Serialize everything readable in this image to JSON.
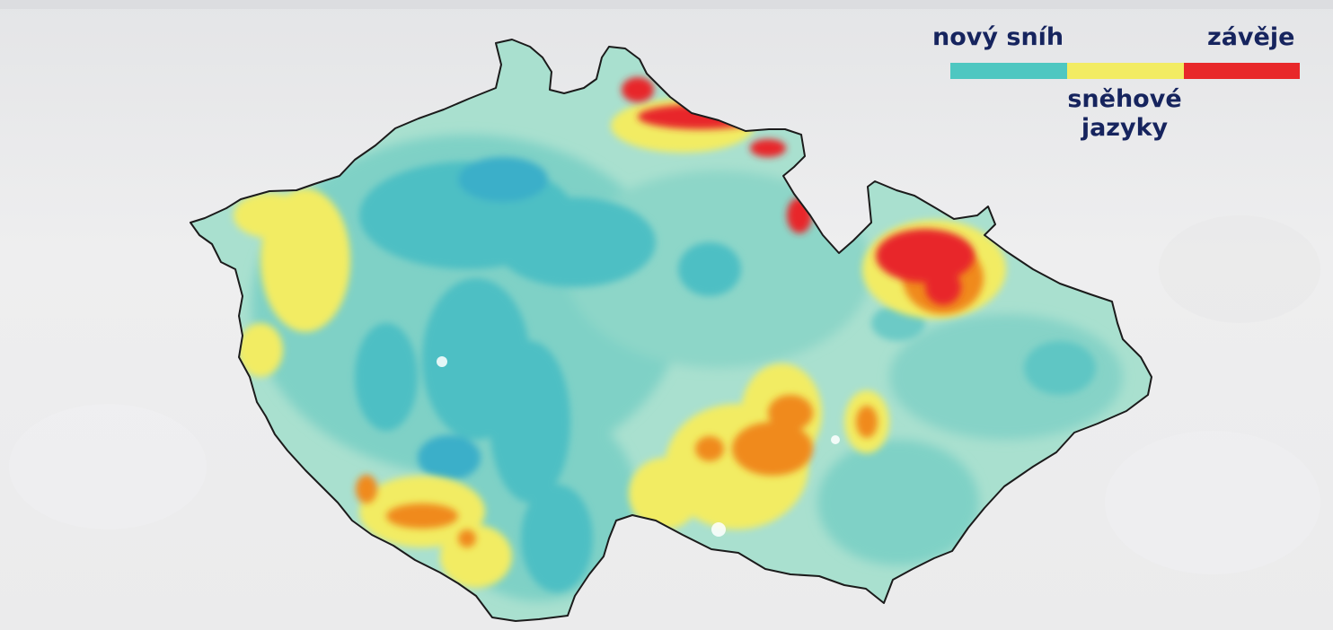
{
  "legend": {
    "new_snow_label": "nový sníh",
    "snow_tongues_label_line1": "sněhové",
    "snow_tongues_label_line2": "jazyky",
    "drifts_label": "závěje",
    "colors": {
      "new_snow": "#4ec7c1",
      "snow_tongues": "#f2ec63",
      "drifts": "#e8282a"
    }
  },
  "map": {
    "palette": {
      "background": "#ececed",
      "land_light": "#a9e0cf",
      "land_mid": "#7fd1c6",
      "land_teal": "#4dbfc4",
      "land_deep": "#3aafc9",
      "yellow": "#f2ec63",
      "orange": "#f08a1e",
      "red": "#e8282a",
      "border": "#1b1b1b",
      "text": "#16245e"
    }
  }
}
